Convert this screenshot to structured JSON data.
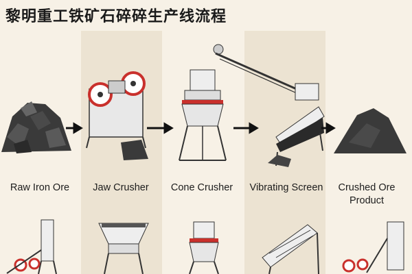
{
  "title": "黎明重工铁矿石碎碎生产线流程",
  "stages": [
    {
      "label": "Raw Iron Ore"
    },
    {
      "label": "Jaw Crusher"
    },
    {
      "label": "Cone Crusher"
    },
    {
      "label": "Vibrating Screen"
    },
    {
      "label": "Crushed Ore Product"
    }
  ],
  "colors": {
    "background": "#f7f1e6",
    "band": "#ece3d2",
    "accent": "#c9302c",
    "ore": "#3a3a3a"
  }
}
